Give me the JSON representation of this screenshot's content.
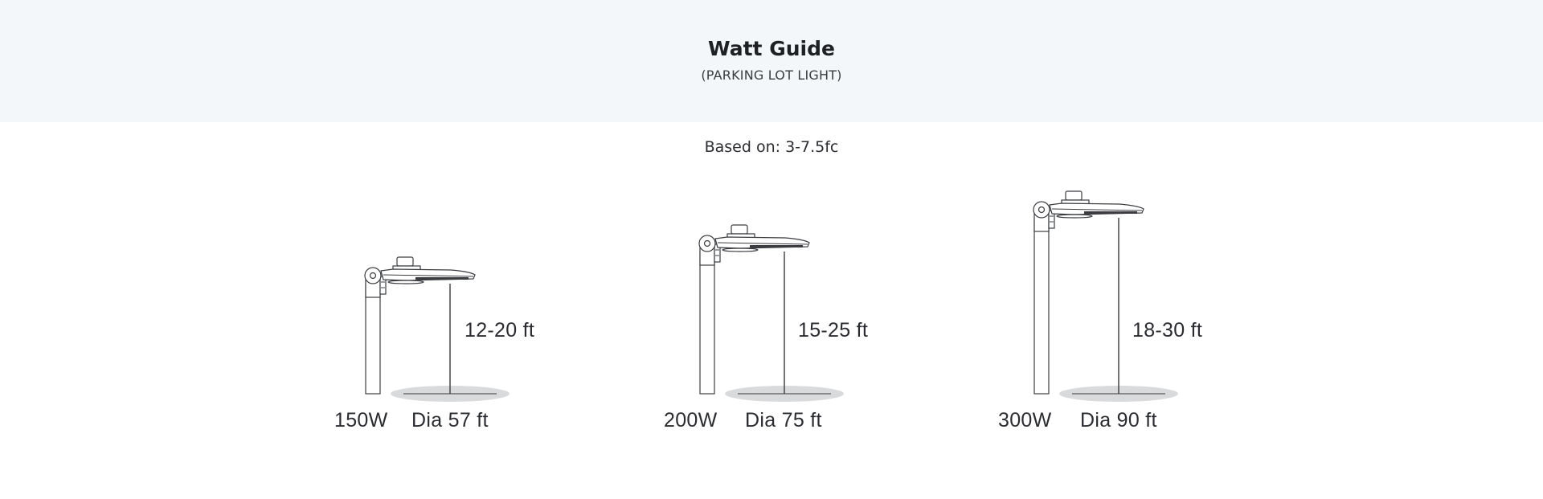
{
  "header": {
    "title": "Watt Guide",
    "subtitle": "(PARKING LOT LIGHT)",
    "background": "#f4f7f9"
  },
  "basis": "Based on: 3-7.5fc",
  "fixtures": [
    {
      "wattage": "150W",
      "diameter": "Dia 57 ft",
      "height": "12-20 ft",
      "icon": "parking-lot-light-icon"
    },
    {
      "wattage": "200W",
      "diameter": "Dia 75 ft",
      "height": "15-25 ft",
      "icon": "parking-lot-light-icon"
    },
    {
      "wattage": "300W",
      "diameter": "Dia 90 ft",
      "height": "18-30 ft",
      "icon": "parking-lot-light-icon"
    }
  ],
  "colors": {
    "line": "#3a3c40",
    "ground_ellipse": "#d9dadc"
  }
}
